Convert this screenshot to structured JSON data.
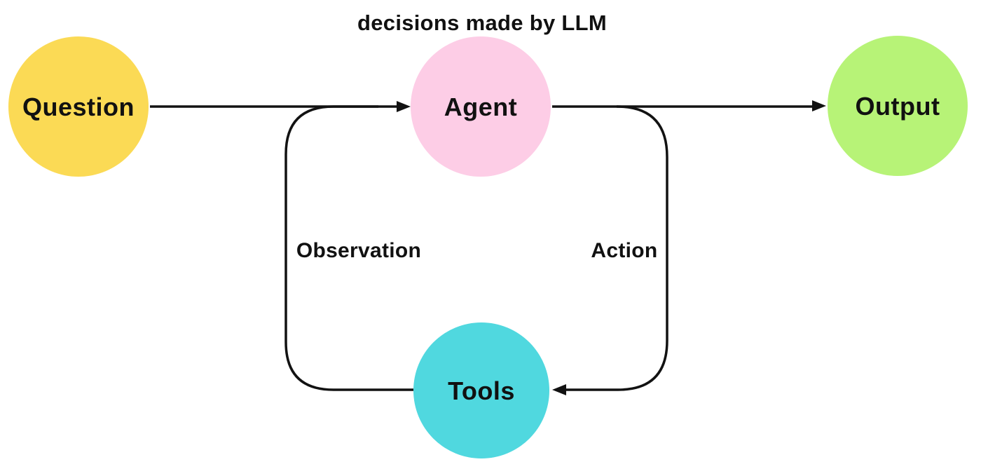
{
  "diagram": {
    "caption": "decisions made by LLM",
    "line_color": "#121212",
    "nodes": {
      "question": {
        "label": "Question",
        "color": "#FBDA55"
      },
      "agent": {
        "label": "Agent",
        "color": "#FDCDE6"
      },
      "output": {
        "label": "Output",
        "color": "#B7F377"
      },
      "tools": {
        "label": "Tools",
        "color": "#50D8DF"
      }
    },
    "edges": {
      "question_to_agent": {
        "label": ""
      },
      "agent_to_output": {
        "label": ""
      },
      "tools_to_agent": {
        "label": "Observation"
      },
      "agent_to_tools": {
        "label": "Action"
      }
    }
  }
}
